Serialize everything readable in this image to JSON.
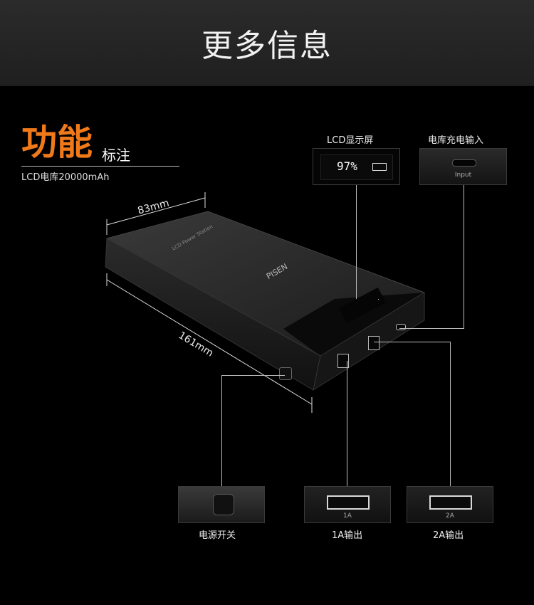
{
  "header": {
    "title": "更多信息"
  },
  "feature": {
    "title": "功能",
    "subtitle": "标注",
    "description": "LCD电库20000mAh"
  },
  "dimensions": {
    "width": "83mm",
    "length": "161mm"
  },
  "lcd": {
    "label": "LCD显示屏",
    "reading": "97%"
  },
  "charge_input": {
    "label": "电库充电输入",
    "port_text": "Input"
  },
  "device": {
    "brand": "PISEN",
    "model_text": "LCD Power Station"
  },
  "power_switch": {
    "label": "电源开关"
  },
  "output_1a": {
    "label": "1A输出",
    "port_text": "1A"
  },
  "output_2a": {
    "label": "2A输出",
    "port_text": "2A"
  },
  "colors": {
    "accent": "#f07a1a",
    "background": "#000000",
    "header": "#262626"
  }
}
